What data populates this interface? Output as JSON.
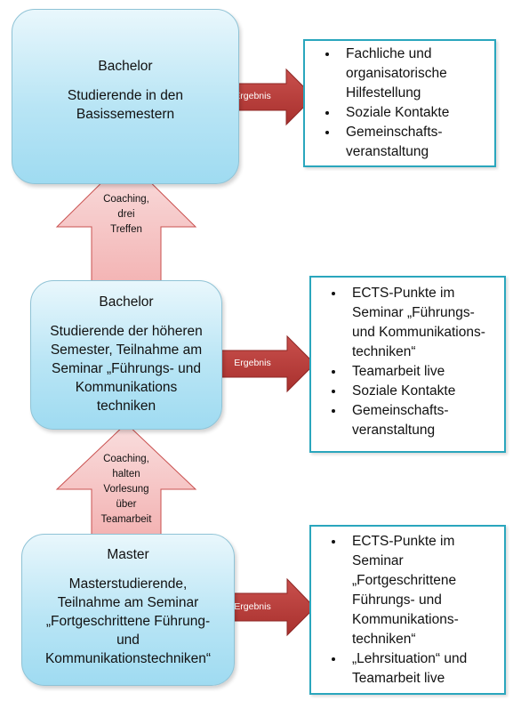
{
  "stages": [
    {
      "title": "Bachelor",
      "description": "Studierende in den\nBasissemestern"
    },
    {
      "title": "Bachelor",
      "description": "Studierende der höheren\nSemester, Teilnahme am\nSeminar „Führungs- und\nKommunikations\ntechniken"
    },
    {
      "title": "Master",
      "description": "Masterstudierende,\nTeilnahme am Seminar\n„Fortgeschrittene Führung-\nund\nKommunikationstechniken“"
    }
  ],
  "result_arrow_label": "Ergebnis",
  "results": [
    {
      "items": [
        "Fachliche und\norganisatorische\nHilfestellung",
        "Soziale Kontakte",
        "Gemeinschafts-\nveranstaltung"
      ]
    },
    {
      "items": [
        "ECTS-Punkte im\nSeminar „Führungs-\nund Kommunikations-\ntechniken“",
        "Teamarbeit live",
        "Soziale Kontakte",
        "Gemeinschafts-\nveranstaltung"
      ]
    },
    {
      "items": [
        "ECTS-Punkte im\nSeminar\n„Fortgeschrittene\nFührungs- und\nKommunikations-\ntechniken“",
        "„Lehrsituation“ und\nTeamarbeit live"
      ]
    }
  ],
  "up_arrows": [
    {
      "label": "Coaching,\ndrei\nTreffen"
    },
    {
      "label": "Coaching,\nhalten\nVorlesung\nüber\nTeamarbeit"
    }
  ],
  "colors": {
    "stage_fill": "#a9e0f4",
    "stage_border": "#8fc3d6",
    "result_border": "#2aa6bd",
    "result_arrow_fill": "#b73b38",
    "up_arrow_fill": "#f7c6c6",
    "up_arrow_border": "#c9504f"
  }
}
